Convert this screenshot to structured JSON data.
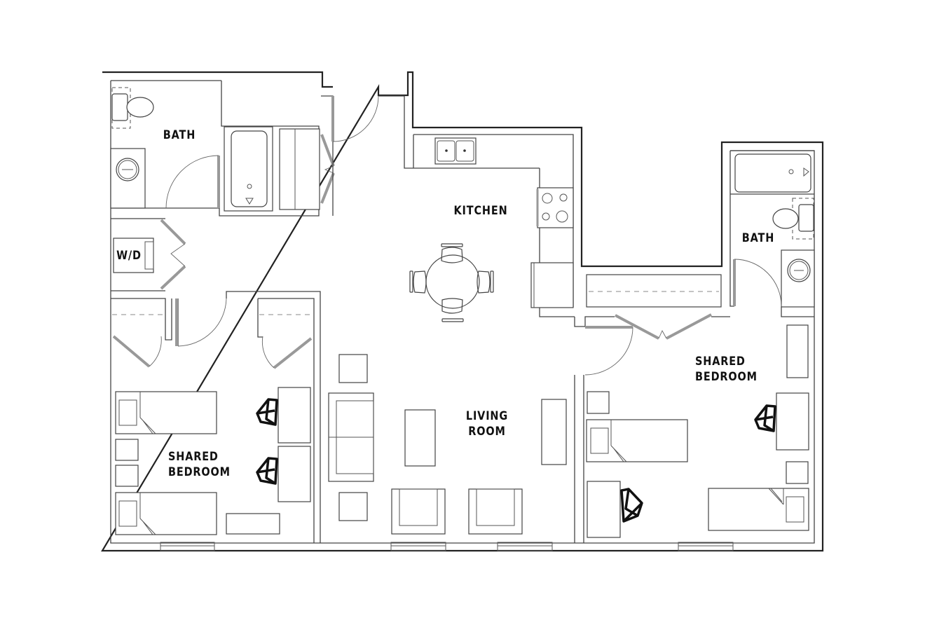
{
  "floor_plan": {
    "rooms": {
      "bath_left": {
        "label": "BATH"
      },
      "washer_dryer": {
        "label": "W/D"
      },
      "kitchen": {
        "label": "KITCHEN"
      },
      "bath_right": {
        "label": "BATH"
      },
      "bedroom_left": {
        "line1": "SHARED",
        "line2": "BEDROOM"
      },
      "living_room": {
        "line1": "LIVING",
        "line2": "ROOM"
      },
      "bedroom_right": {
        "line1": "SHARED",
        "line2": "BEDROOM"
      }
    },
    "colors": {
      "background": "#ffffff",
      "walls": "#222222",
      "fixtures": "#444444",
      "door_leaf": "#999999",
      "labels": "#111111"
    }
  }
}
